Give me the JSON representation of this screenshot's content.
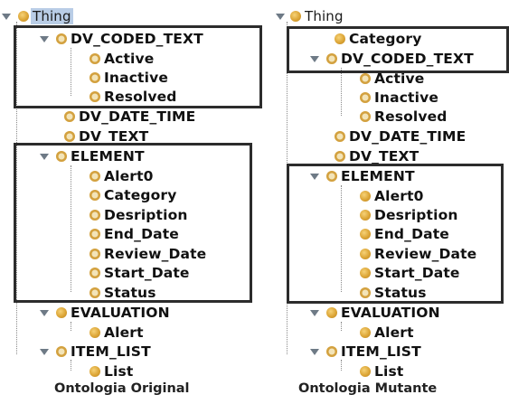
{
  "left": {
    "root": "Thing",
    "items": [
      "DV_CODED_TEXT",
      "Active",
      "Inactive",
      "Resolved",
      "DV_DATE_TIME",
      "DV_TEXT",
      "ELEMENT",
      "Alert0",
      "Category",
      "Desription",
      "End_Date",
      "Review_Date",
      "Start_Date",
      "Status",
      "EVALUATION",
      "Alert",
      "ITEM_LIST",
      "List"
    ],
    "caption": "Ontologia Original"
  },
  "right": {
    "root": "Thing",
    "items": [
      "Category",
      "DV_CODED_TEXT",
      "Active",
      "Inactive",
      "Resolved",
      "DV_DATE_TIME",
      "DV_TEXT",
      "ELEMENT",
      "Alert0",
      "Desription",
      "End_Date",
      "Review_Date",
      "Start_Date",
      "Status",
      "EVALUATION",
      "Alert",
      "ITEM_LIST",
      "List"
    ],
    "caption": "Ontologia Mutante"
  },
  "icons": {
    "expand_arrow": "tree-expand-arrow-icon",
    "class_node": "class-bullet-icon",
    "defined_class": "defined-class-ring-icon"
  },
  "colors": {
    "bullet": "#dca536",
    "selection": "#b9cde6",
    "box_border": "#2c2c2c"
  }
}
